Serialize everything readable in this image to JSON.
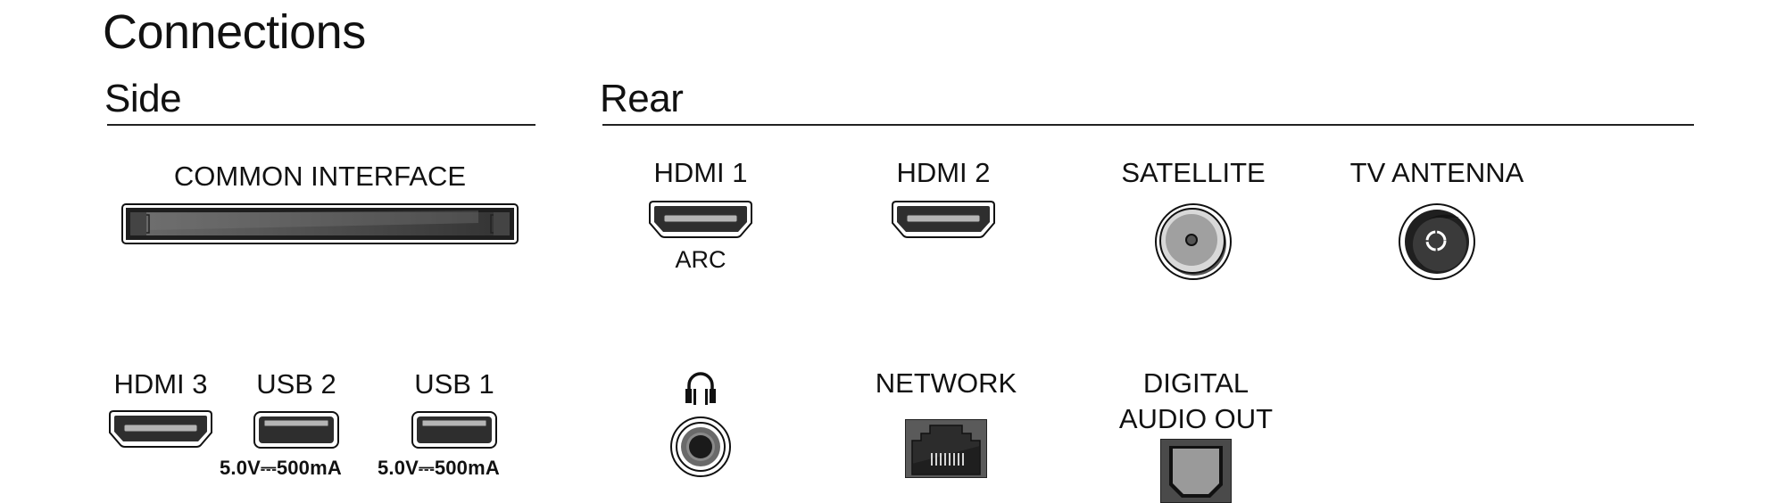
{
  "title": "Connections",
  "sections": {
    "side": {
      "heading": "Side"
    },
    "rear": {
      "heading": "Rear"
    }
  },
  "side_ports": {
    "common_interface": {
      "label": "COMMON INTERFACE",
      "icon": "ci-slot-icon"
    },
    "hdmi3": {
      "label": "HDMI 3",
      "icon": "hdmi-port-icon"
    },
    "usb2": {
      "label": "USB 2",
      "power": "5.0V⎓500mA",
      "icon": "usb-port-icon"
    },
    "usb1": {
      "label": "USB 1",
      "power": "5.0V⎓500mA",
      "icon": "usb-port-icon"
    }
  },
  "rear_ports": {
    "hdmi1": {
      "label": "HDMI 1",
      "sublabel": "ARC",
      "icon": "hdmi-port-icon"
    },
    "hdmi2": {
      "label": "HDMI 2",
      "icon": "hdmi-port-icon"
    },
    "satellite": {
      "label": "SATELLITE",
      "icon": "f-connector-icon"
    },
    "tv_antenna": {
      "label": "TV ANTENNA",
      "icon": "coax-antenna-icon"
    },
    "headphone": {
      "label": "",
      "icon": "headphone-icon"
    },
    "network": {
      "label": "NETWORK",
      "icon": "rj45-port-icon"
    },
    "digital_audio_out": {
      "label_line1": "DIGITAL",
      "label_line2": "AUDIO OUT",
      "icon": "optical-port-icon"
    }
  },
  "colors": {
    "text": "#111111",
    "port_dark": "#2b2b2b",
    "port_mid": "#555555",
    "pin_light": "#b8b8b8",
    "satellite_grey": "#a0a0a0"
  }
}
